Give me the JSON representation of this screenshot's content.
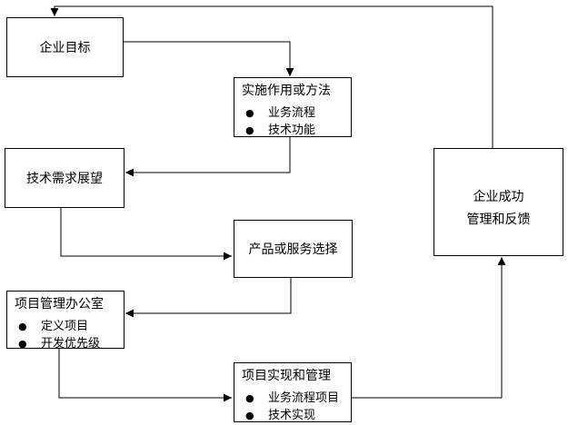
{
  "diagram": {
    "bullet_glyph": "●",
    "colors": {
      "background": "#ffffff",
      "box_fill": "#ffffff",
      "line": "#000000",
      "text": "#000000"
    },
    "boxes": {
      "goal": {
        "title": "企业目标"
      },
      "methods": {
        "title": "实施作用或方法",
        "bullets": [
          "业务流程",
          "技术功能"
        ]
      },
      "tech_outlook": {
        "title": "技术需求展望"
      },
      "product_selection": {
        "title": "产品或服务选择"
      },
      "pmo": {
        "title": "项目管理办公室",
        "bullets": [
          "定义项目",
          "开发优先级"
        ]
      },
      "implementation": {
        "title": "项目实现和管理",
        "bullets": [
          "业务流程项目",
          "技术实现"
        ]
      },
      "success": {
        "title_line1": "企业成功",
        "title_line2": "管理和反馈"
      }
    }
  }
}
